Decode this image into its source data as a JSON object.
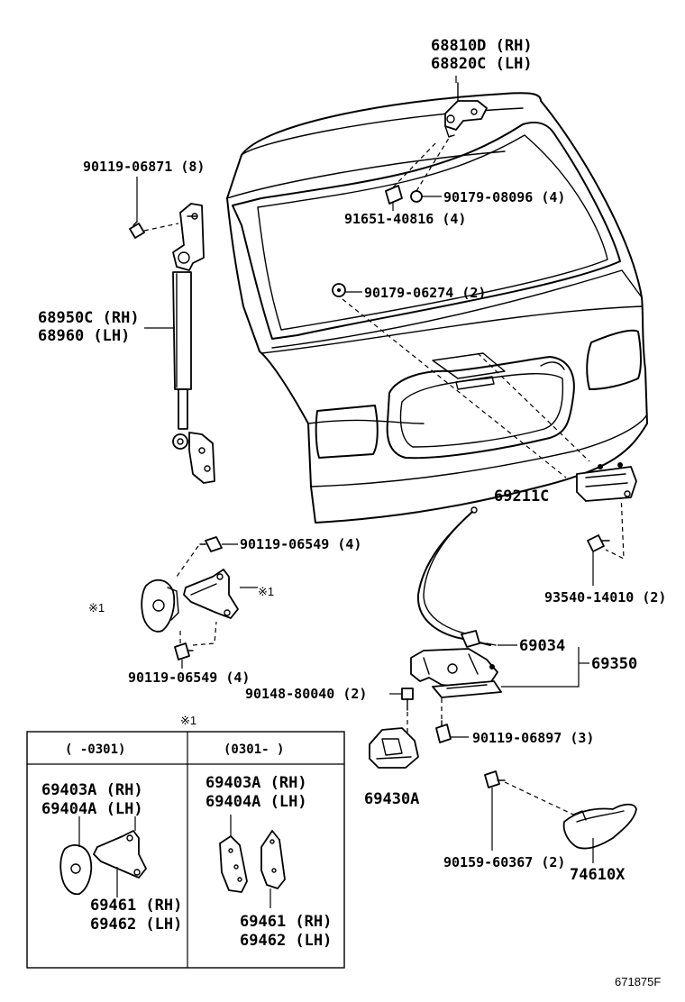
{
  "parts": {
    "hinge": [
      "68810D (RH)",
      "68820C (LH)"
    ],
    "bolt_top_left": "90119-06871 (8)",
    "nut_hinge": "90179-08096 (4)",
    "bolt_hinge": "91651-40816 (4)",
    "nut_center": "90179-06274 (2)",
    "stay": [
      "68950C (RH)",
      "68960 (LH)"
    ],
    "lock_cyl": "69211C",
    "bolt_upper_mid": "90119-06549 (4)",
    "bolt_lower_mid": "90119-06549 (4)",
    "screw_lock": "93540-14010 (2)",
    "cable": "69034",
    "lock_assy": "69350",
    "bolt_striker": "90148-80040 (2)",
    "bolt_latch": "90119-06897 (3)",
    "striker": "69430A",
    "screw_handle": "90159-60367 (2)",
    "handle": "74610X",
    "ref_mark": "※1"
  },
  "inset": {
    "ref_mark": "※1",
    "col1_header": "(      -0301)",
    "col2_header": "(0301-      )",
    "col1_top": [
      "69403A (RH)",
      "69404A (LH)"
    ],
    "col1_bottom": [
      "69461 (RH)",
      "69462 (LH)"
    ],
    "col2_top": [
      "69403A (RH)",
      "69404A (LH)"
    ],
    "col2_bottom": [
      "69461 (RH)",
      "69462 (LH)"
    ]
  },
  "figure_id": "671875F"
}
